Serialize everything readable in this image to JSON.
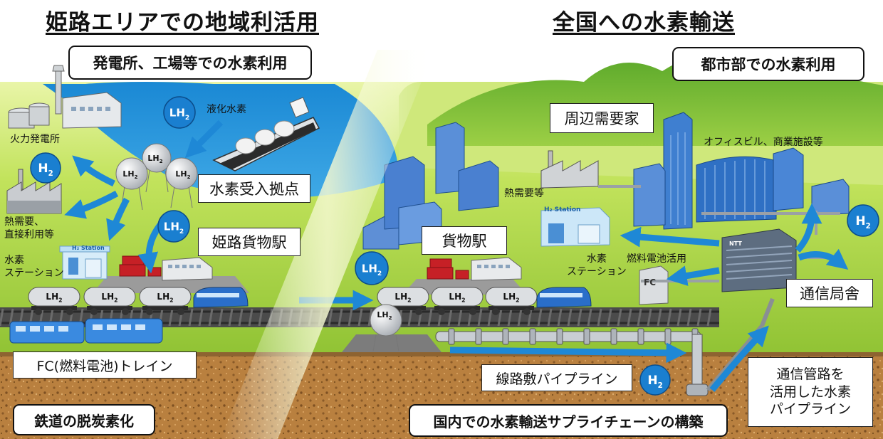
{
  "left": {
    "title": "姫路エリアでの地域利活用",
    "callout_power": "発電所、工場等での水素利用",
    "label_thermal": "火力発電所",
    "label_liquid_h2": "液化水素",
    "label_heat_direct": "熱需要、\n直接利用等",
    "label_station": "水素\nステーション",
    "box_receiving_base": "水素受入拠点",
    "box_himeji_station": "姫路貨物駅",
    "box_fc_train": "FC(燃料電池)トレイン",
    "callout_rail": "鉄道の脱炭素化"
  },
  "right": {
    "title": "全国への水素輸送",
    "callout_urban": "都市部での水素利用",
    "box_nearby_demand": "周辺需要家",
    "label_office": "オフィスビル、商業施設等",
    "label_heat": "熱需要等",
    "label_station": "水素\nステーション",
    "label_fuelcell": "燃料電池活用",
    "box_freight_station": "貨物駅",
    "box_telecom": "通信局舎",
    "box_track_pipeline": "線路敷パイプライン",
    "box_telecom_pipeline": "通信管路を\n活用した水素\nパイプライン",
    "callout_supply_chain": "国内での水素輸送サプライチェーンの構築"
  },
  "tags": {
    "lh2": "LH",
    "h2": "H",
    "sub2": "2",
    "h2_station": "H₂ Station",
    "fc": "FC",
    "ntt": "NTT"
  },
  "colors": {
    "sky": "#2196d8",
    "grass": "#b7dd4f",
    "hill": "#6bb62e",
    "soil": "#b27a3f",
    "rail": "#3a3a3a",
    "arrow": "#1e88d6",
    "tag_fill": "#1a7fd0",
    "container": "#c62026",
    "building_blue": "#3f7fd0",
    "stripe": "#d8e79a"
  }
}
